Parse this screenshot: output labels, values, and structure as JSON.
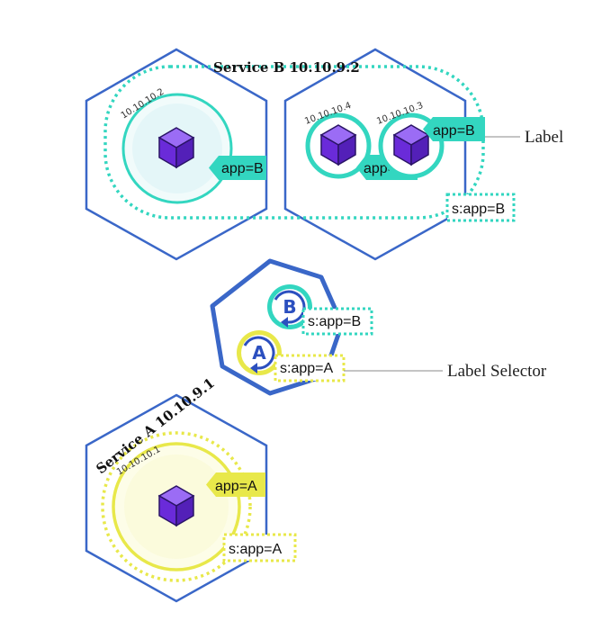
{
  "service_b": {
    "title": "Service B 10.10.9.2",
    "pod_left_ip": "10.10.10.2",
    "pod_mid_ip": "10.10.10.4",
    "pod_right_ip": "10.10.10.3",
    "label_left": "app=B",
    "label_mid": "app=B",
    "label_right": "app=B",
    "selector": "s:app=B"
  },
  "controller": {
    "badge_b_letter": "B",
    "badge_a_letter": "A",
    "selector_b": "s:app=B",
    "selector_a": "s:app=A"
  },
  "service_a": {
    "title": "Service A  10.10.9.1",
    "pod_ip": "10.10.10.1",
    "label": "app=A",
    "selector": "s:app=A"
  },
  "callouts": {
    "label": "Label",
    "label_selector": "Label Selector"
  },
  "colors": {
    "node_border": "#3a67c8",
    "service_b_accent": "#33d6c0",
    "service_a_accent": "#e8e84a",
    "pod_cube": "#6a2bd9"
  }
}
